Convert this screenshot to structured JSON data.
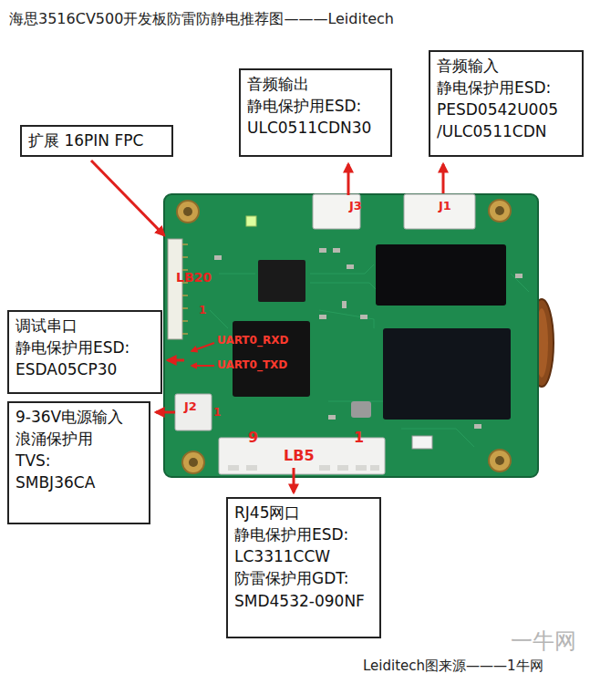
{
  "diagram": {
    "title": "海思3516CV500开发板防雷防静电推荐图———Leiditech",
    "caption": "Leiditech图来源———1牛网",
    "nodes": [
      {
        "text": [
          "扩展 16PIN FPC"
        ]
      },
      {
        "text": [
          "音频输出",
          "静电保护用ESD: ULC0511CDN30"
        ]
      },
      {
        "text": [
          "音频输入",
          "静电保护用ESD: PESD0542U005 /ULC0511CDN"
        ]
      },
      {
        "text": [
          "调试串口",
          "静电保护用ESD: ESDA05CP30"
        ]
      },
      {
        "text": [
          "9-36V电源输入",
          "浪涌保护用 TVS: SMBJ36CA"
        ]
      },
      {
        "text": [
          "RJ45网口",
          "静电保护用ESD: LC3311CCW",
          "防雷保护用GDT: SMD4532-090NF"
        ]
      }
    ],
    "labels": [
      "J3",
      "J1",
      "LB20",
      "1",
      "UART0_RXD",
      "UART0_TXD",
      "J2",
      "1",
      "9",
      "LB5",
      "1",
      "一牛网"
    ]
  }
}
